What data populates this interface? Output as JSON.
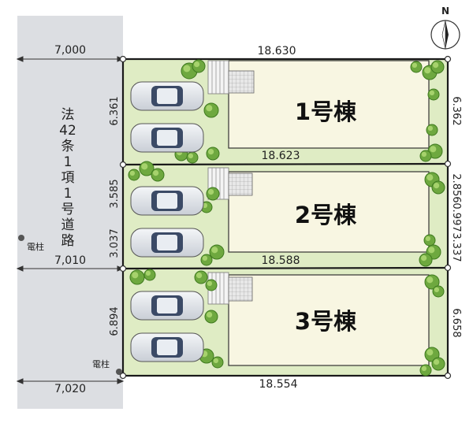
{
  "compass": {
    "north_label": "N"
  },
  "road": {
    "label_chars": [
      "法",
      "42",
      "条",
      "1",
      "項",
      "1",
      "号",
      "道",
      "路"
    ],
    "width_top": "7,000",
    "width_mid": "7,010",
    "width_bottom": "7,020"
  },
  "utility_poles": {
    "left": "電柱",
    "lower": "電柱"
  },
  "lots": [
    {
      "name": "1号棟",
      "width_top": "18.630",
      "width_bottom": "18.623",
      "depth_left": "6.361",
      "depth_right": "6.362"
    },
    {
      "name": "2号棟",
      "width_bottom": "18.588",
      "depth_left_a": "3.585",
      "depth_left_b": "3.037",
      "depth_right_a": "2.856",
      "depth_right_b": "0.997",
      "depth_right_c": "3.337"
    },
    {
      "name": "3号棟",
      "width_bottom": "18.554",
      "depth_left": "6.894",
      "depth_right": "6.658"
    }
  ],
  "colors": {
    "road": "#dcdee2",
    "lot": "#dfecc4",
    "house": "#f8f6e2",
    "boundary": "#1a1a1a"
  }
}
